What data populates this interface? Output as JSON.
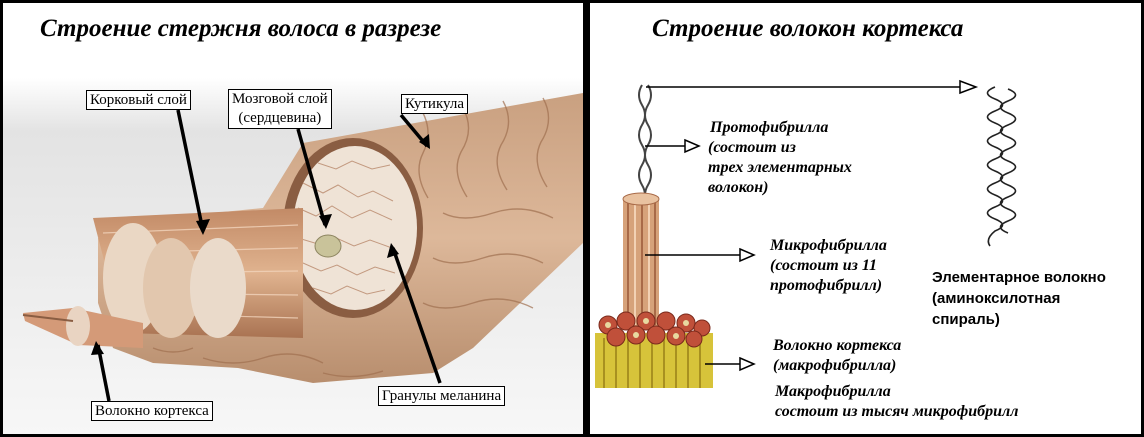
{
  "left_panel": {
    "title": "Строение стержня волоса в разрезе",
    "labels": {
      "cortex_layer": "Корковый слой",
      "medulla_line1": "Мозговой слой",
      "medulla_line2": "(сердцевина)",
      "cuticle": "Кутикула",
      "cortex_fiber": "Волокно кортекса",
      "melanin": "Гранулы меланина"
    }
  },
  "right_panel": {
    "title": "Строение волокон кортекса",
    "protofibril": [
      "Протофибрилла",
      "(состоит из",
      "трех  элементарных",
      "волокон)"
    ],
    "microfibril": [
      "Микрофибрилла",
      "(состоит из 11",
      "протофибрилл)"
    ],
    "elementary": [
      "Элементарное волокно",
      "(аминоксилотная",
      "спираль)"
    ],
    "macrofibril": [
      "Волокно кортекса",
      "(макрофибрилла)"
    ],
    "macro_note": [
      "Макрофибрилла",
      "состоит из тысяч  микрофибрилл"
    ]
  },
  "colors": {
    "background": "#ffffff",
    "border": "#000000",
    "hair_dark": "#b07a5a",
    "hair_light": "#e6c3a8",
    "fiber_yellow": "#d7c33a",
    "fiber_red": "#b83a2a"
  }
}
